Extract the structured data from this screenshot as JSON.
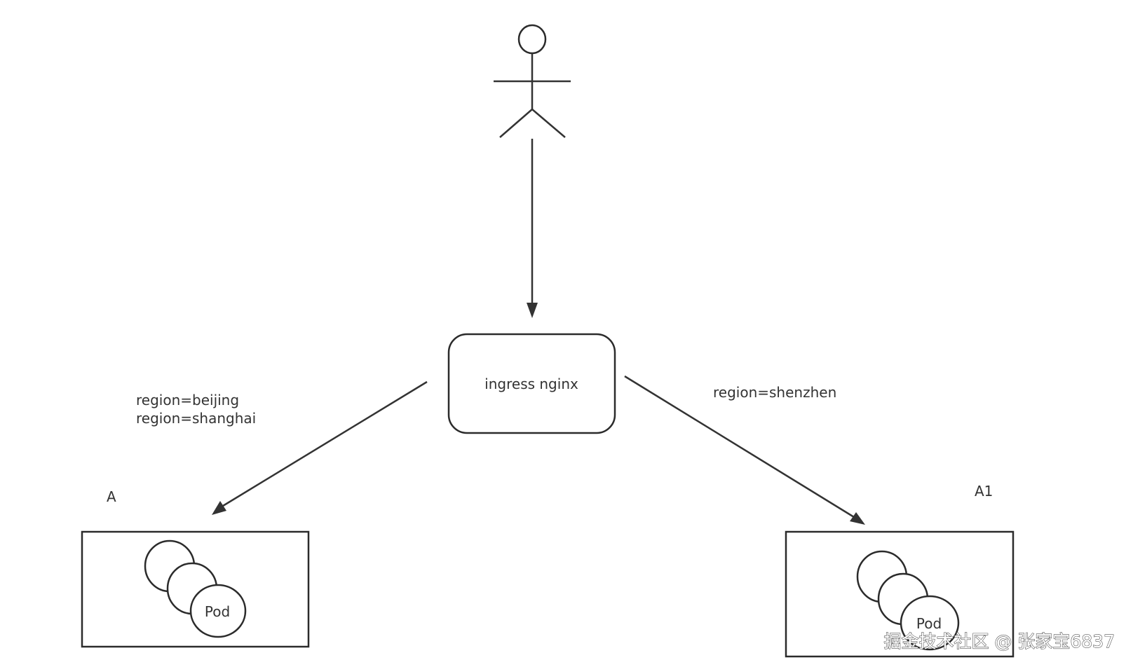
{
  "nodes": {
    "ingress_label": "ingress nginx",
    "cluster_a_label": "A",
    "cluster_a1_label": "A1",
    "pod_label_a": "Pod",
    "pod_label_a1": "Pod"
  },
  "edges": {
    "left_route_lines": [
      "region=beijing",
      "region=shanghai"
    ],
    "right_route_label": "region=shenzhen"
  },
  "watermark": "掘金技术社区 @ 张家宝6837",
  "colors": {
    "stroke": "#333333",
    "background": "#ffffff"
  }
}
